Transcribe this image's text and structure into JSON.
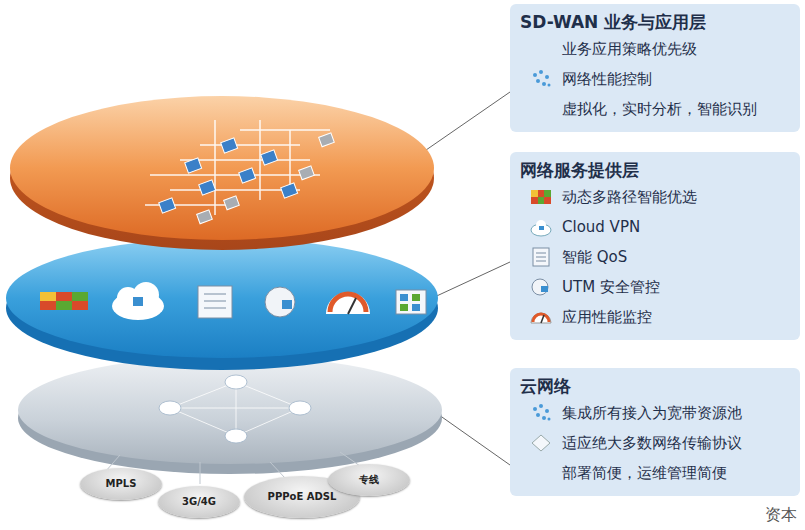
{
  "diagram": {
    "nodes": [
      {
        "text": [
          "SD-WAN 业务与应用层",
          "业务应用策略优先级",
          "网络性能控制",
          "虚拟化，实时分析，智能识别"
        ]
      },
      {
        "text": [
          "网络服务提供层",
          "动态多路径智能优选",
          "Cloud VPN",
          "智能 QoS",
          "UTM 安全管控",
          "应用性能监控"
        ]
      },
      {
        "text": [
          "云网络",
          "集成所有接入为宽带资源池",
          "适应绝大多数网络传输协议",
          "部署简便，运维管理简便"
        ]
      },
      {
        "text": [
          "MPLS"
        ]
      },
      {
        "text": [
          "3G/4G"
        ]
      },
      {
        "text": [
          "PPPoE ADSL"
        ]
      },
      {
        "text": [
          "专线"
        ]
      }
    ],
    "labels": [
      "资本"
    ]
  }
}
